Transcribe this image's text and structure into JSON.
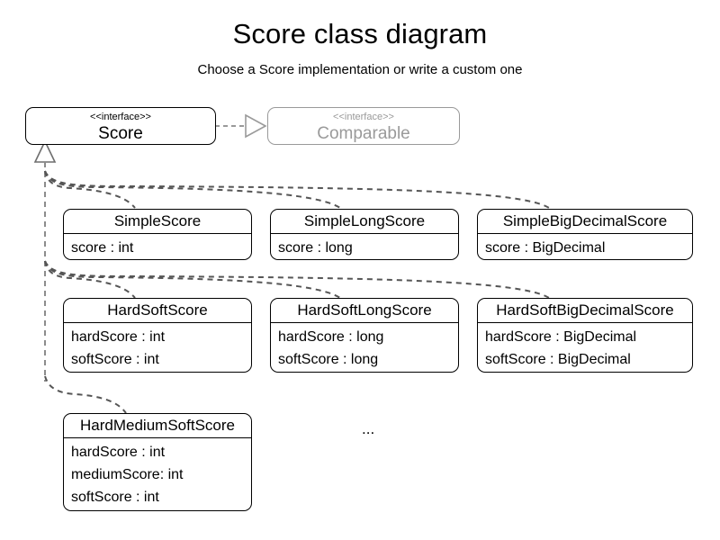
{
  "diagram": {
    "title": "Score class diagram",
    "subtitle": "Choose a Score implementation or write a custom one",
    "ellipsis": "...",
    "colors": {
      "stroke": "#000000",
      "muted_stroke": "#9a9a9a",
      "connector": "#7f7f7f",
      "background": "#ffffff"
    }
  },
  "interfaces": [
    {
      "id": "score",
      "stereotype": "<<interface>>",
      "name": "Score",
      "muted": false
    },
    {
      "id": "comparable",
      "stereotype": "<<interface>>",
      "name": "Comparable",
      "muted": true
    }
  ],
  "classes": [
    {
      "id": "simple-score",
      "name": "SimpleScore",
      "attributes": [
        "score : int"
      ]
    },
    {
      "id": "simple-long-score",
      "name": "SimpleLongScore",
      "attributes": [
        "score : long"
      ]
    },
    {
      "id": "simple-big-decimal-score",
      "name": "SimpleBigDecimalScore",
      "attributes": [
        "score : BigDecimal"
      ]
    },
    {
      "id": "hard-soft-score",
      "name": "HardSoftScore",
      "attributes": [
        "hardScore : int",
        "softScore : int"
      ]
    },
    {
      "id": "hard-soft-long-score",
      "name": "HardSoftLongScore",
      "attributes": [
        "hardScore : long",
        "softScore : long"
      ]
    },
    {
      "id": "hard-soft-big-decimal-score",
      "name": "HardSoftBigDecimalScore",
      "attributes": [
        "hardScore : BigDecimal",
        "softScore : BigDecimal"
      ]
    },
    {
      "id": "hard-medium-soft-score",
      "name": "HardMediumSoftScore",
      "attributes": [
        "hardScore : int",
        "mediumScore: int",
        "softScore : int"
      ]
    }
  ],
  "relationships": [
    {
      "type": "realization",
      "from": "Score",
      "to": "Comparable"
    },
    {
      "type": "generalization",
      "from": "SimpleScore",
      "to": "Score"
    },
    {
      "type": "generalization",
      "from": "SimpleLongScore",
      "to": "Score"
    },
    {
      "type": "generalization",
      "from": "SimpleBigDecimalScore",
      "to": "Score"
    },
    {
      "type": "generalization",
      "from": "HardSoftScore",
      "to": "Score"
    },
    {
      "type": "generalization",
      "from": "HardSoftLongScore",
      "to": "Score"
    },
    {
      "type": "generalization",
      "from": "HardSoftBigDecimalScore",
      "to": "Score"
    },
    {
      "type": "generalization",
      "from": "HardMediumSoftScore",
      "to": "Score"
    }
  ]
}
